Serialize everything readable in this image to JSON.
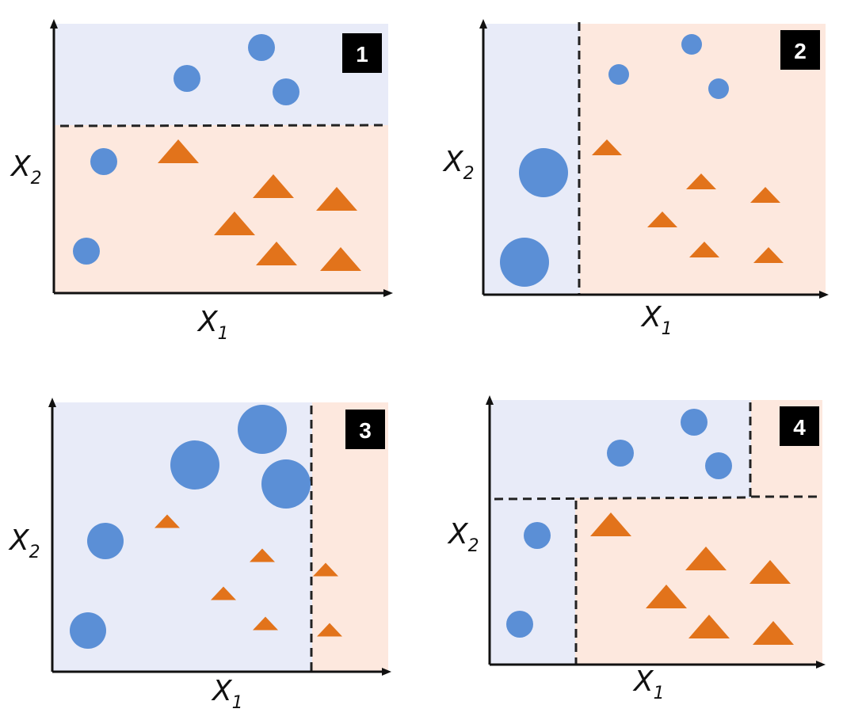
{
  "colors": {
    "class_a_region": "#e8ebf8",
    "class_b_region": "#fde8de",
    "circle": "#5b8fd6",
    "triangle": "#e2731b",
    "boundary": "#222222",
    "badge": "#000000"
  },
  "axes": {
    "x_label": "X",
    "x_sub": "1",
    "y_label": "X",
    "y_sub": "2"
  },
  "panels": [
    {
      "number": "1"
    },
    {
      "number": "2"
    },
    {
      "number": "3"
    },
    {
      "number": "4"
    }
  ]
}
